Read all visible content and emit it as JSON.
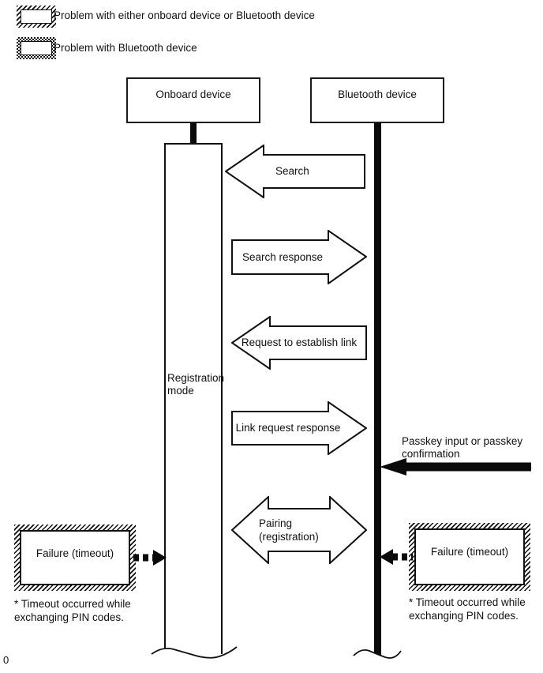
{
  "legend": {
    "items": [
      {
        "label": "Problem with either onboard device or Bluetooth device",
        "swatch_style": "hatched"
      },
      {
        "label": "Problem with Bluetooth device",
        "swatch_style": "stippled"
      }
    ]
  },
  "devices": {
    "onboard": "Onboard device",
    "bluetooth": "Bluetooth device"
  },
  "lifeline": {
    "mode_label": "Registration mode"
  },
  "messages": [
    {
      "label": "Search",
      "direction": "to-onboard"
    },
    {
      "label": "Search response",
      "direction": "to-bluetooth"
    },
    {
      "label": "Request to establish link",
      "direction": "to-onboard"
    },
    {
      "label": "Link request response",
      "direction": "to-bluetooth"
    },
    {
      "label": "Pairing (registration)",
      "direction": "both"
    }
  ],
  "passkey": {
    "label": "Passkey input or passkey confirmation"
  },
  "failures": {
    "left": {
      "title": "Failure (timeout)",
      "note": "* Timeout occurred while exchanging PIN codes."
    },
    "right": {
      "title": "Failure (timeout)",
      "note": "* Timeout occurred while exchanging PIN codes."
    }
  },
  "page_marker": "0",
  "colors": {
    "ink": "#111111",
    "background": "#ffffff"
  }
}
